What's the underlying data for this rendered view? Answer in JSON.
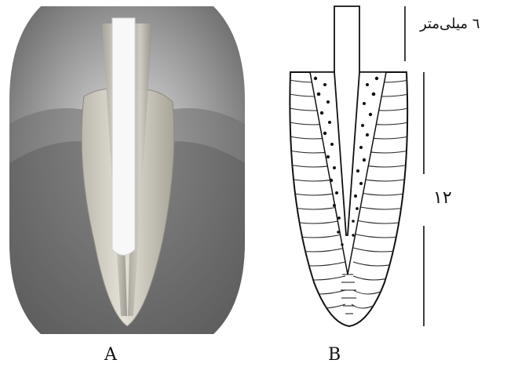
{
  "panels": [
    {
      "id": "A",
      "label": "A",
      "content": "photograph of tooth root with inserted post"
    },
    {
      "id": "B",
      "label": "B",
      "content": "cross-section drawing of root with post"
    }
  ],
  "dimensions": {
    "upper": "٦ میلی‌متر",
    "lower": "١٢"
  },
  "colors": {
    "ink": "#111111",
    "photo_bg": "#8a8a8a",
    "root": "#d8d5cc",
    "post": "#f7f7f7"
  }
}
